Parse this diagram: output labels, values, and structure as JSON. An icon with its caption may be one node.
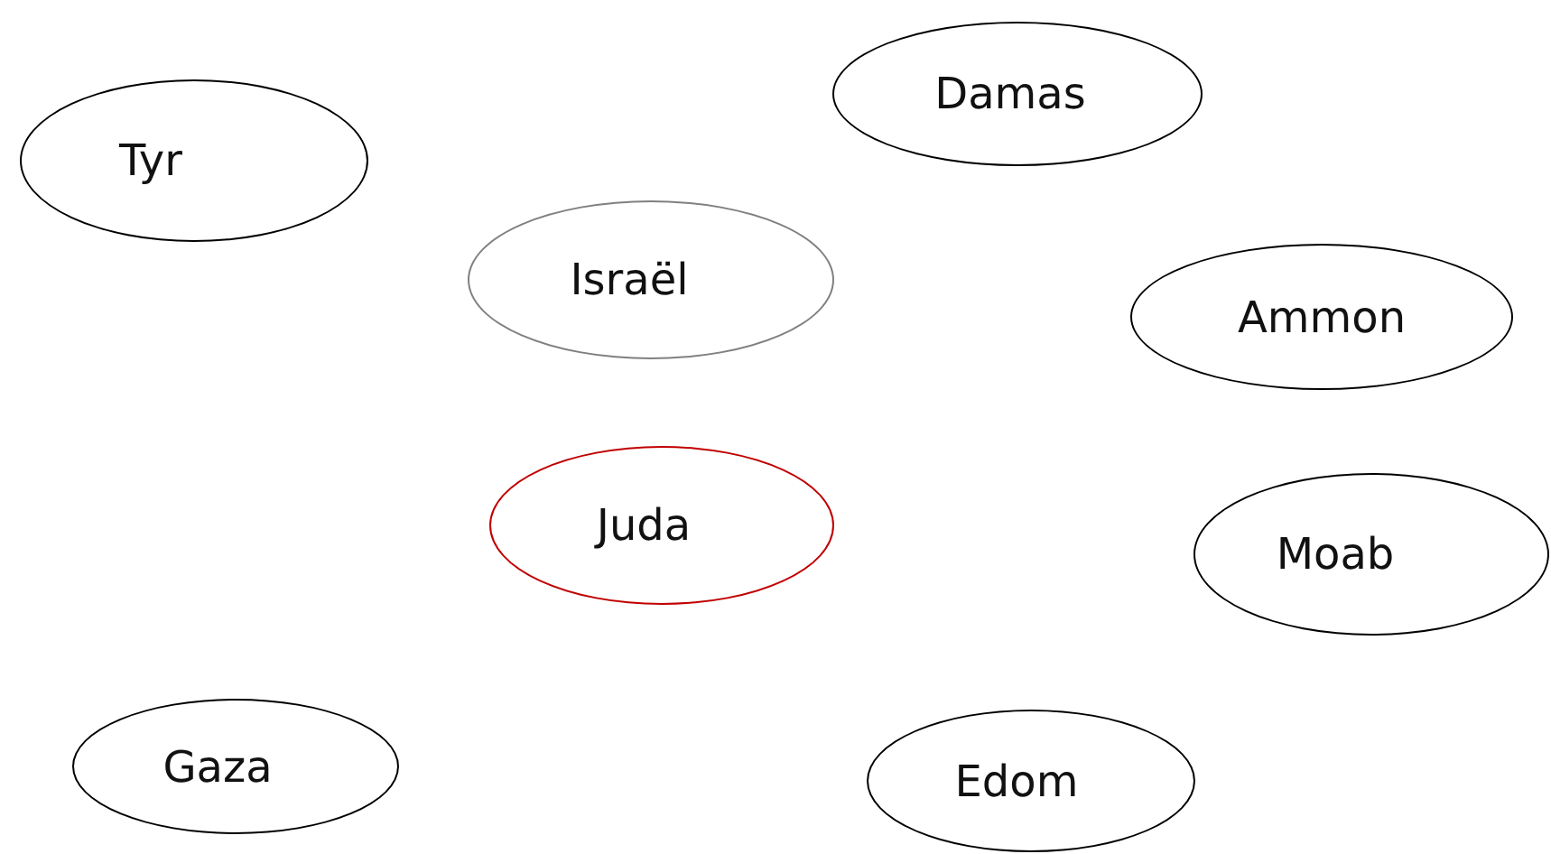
{
  "diagram": {
    "nodes": [
      {
        "text": [
          "Damas"
        ]
      },
      {
        "text": [
          "Tyr"
        ]
      },
      {
        "text": [
          "Israël"
        ]
      },
      {
        "text": [
          "Ammon"
        ]
      },
      {
        "text": [
          "Juda"
        ]
      },
      {
        "text": [
          "Moab"
        ]
      },
      {
        "text": [
          "Gaza"
        ]
      },
      {
        "text": [
          "Edom"
        ]
      }
    ]
  }
}
